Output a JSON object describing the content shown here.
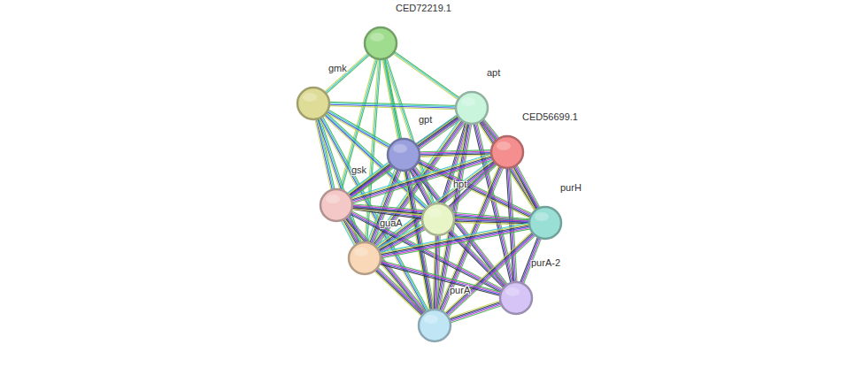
{
  "diagram": {
    "nodes": [
      {
        "text": [
          "CED72219.1"
        ]
      },
      {
        "text": [
          "gmk"
        ]
      },
      {
        "text": [
          "apt"
        ]
      },
      {
        "text": [
          "gpt"
        ]
      },
      {
        "text": [
          "CED56699.1"
        ]
      },
      {
        "text": [
          "gsk"
        ]
      },
      {
        "text": [
          "hpt"
        ]
      },
      {
        "text": [
          "purH"
        ]
      },
      {
        "text": [
          "guaA"
        ]
      },
      {
        "text": [
          "purA-2"
        ]
      },
      {
        "text": [
          "purA"
        ]
      }
    ],
    "edges": [
      {
        "from": 0,
        "to": 1,
        "arrow": "none"
      },
      {
        "from": 0,
        "to": 2,
        "arrow": "none"
      },
      {
        "from": 0,
        "to": 3,
        "arrow": "none"
      },
      {
        "from": 0,
        "to": 5,
        "arrow": "none"
      },
      {
        "from": 0,
        "to": 6,
        "arrow": "none"
      },
      {
        "from": 0,
        "to": 8,
        "arrow": "none"
      },
      {
        "from": 0,
        "to": 10,
        "arrow": "none"
      },
      {
        "from": 1,
        "to": 2,
        "arrow": "none"
      },
      {
        "from": 1,
        "to": 3,
        "arrow": "none"
      },
      {
        "from": 1,
        "to": 5,
        "arrow": "none"
      },
      {
        "from": 1,
        "to": 6,
        "arrow": "none"
      },
      {
        "from": 1,
        "to": 8,
        "arrow": "none"
      },
      {
        "from": 1,
        "to": 10,
        "arrow": "none"
      },
      {
        "from": 2,
        "to": 3,
        "arrow": "none"
      },
      {
        "from": 2,
        "to": 4,
        "arrow": "none"
      },
      {
        "from": 2,
        "to": 5,
        "arrow": "none"
      },
      {
        "from": 2,
        "to": 6,
        "arrow": "none"
      },
      {
        "from": 2,
        "to": 7,
        "arrow": "none"
      },
      {
        "from": 2,
        "to": 8,
        "arrow": "none"
      },
      {
        "from": 2,
        "to": 9,
        "arrow": "none"
      },
      {
        "from": 2,
        "to": 10,
        "arrow": "none"
      },
      {
        "from": 3,
        "to": 4,
        "arrow": "none"
      },
      {
        "from": 3,
        "to": 5,
        "arrow": "none"
      },
      {
        "from": 3,
        "to": 6,
        "arrow": "none"
      },
      {
        "from": 3,
        "to": 7,
        "arrow": "none"
      },
      {
        "from": 3,
        "to": 8,
        "arrow": "none"
      },
      {
        "from": 3,
        "to": 9,
        "arrow": "none"
      },
      {
        "from": 3,
        "to": 10,
        "arrow": "none"
      },
      {
        "from": 4,
        "to": 5,
        "arrow": "none"
      },
      {
        "from": 4,
        "to": 6,
        "arrow": "none"
      },
      {
        "from": 4,
        "to": 7,
        "arrow": "none"
      },
      {
        "from": 4,
        "to": 8,
        "arrow": "none"
      },
      {
        "from": 4,
        "to": 9,
        "arrow": "none"
      },
      {
        "from": 4,
        "to": 10,
        "arrow": "none"
      },
      {
        "from": 5,
        "to": 6,
        "arrow": "none"
      },
      {
        "from": 5,
        "to": 7,
        "arrow": "none"
      },
      {
        "from": 5,
        "to": 8,
        "arrow": "none"
      },
      {
        "from": 5,
        "to": 9,
        "arrow": "none"
      },
      {
        "from": 5,
        "to": 10,
        "arrow": "none"
      },
      {
        "from": 6,
        "to": 7,
        "arrow": "none"
      },
      {
        "from": 6,
        "to": 8,
        "arrow": "none"
      },
      {
        "from": 6,
        "to": 9,
        "arrow": "none"
      },
      {
        "from": 6,
        "to": 10,
        "arrow": "none"
      },
      {
        "from": 7,
        "to": 8,
        "arrow": "none"
      },
      {
        "from": 7,
        "to": 9,
        "arrow": "none"
      },
      {
        "from": 7,
        "to": 10,
        "arrow": "none"
      },
      {
        "from": 8,
        "to": 9,
        "arrow": "none"
      },
      {
        "from": 8,
        "to": 10,
        "arrow": "none"
      },
      {
        "from": 9,
        "to": 10,
        "arrow": "none"
      }
    ]
  }
}
